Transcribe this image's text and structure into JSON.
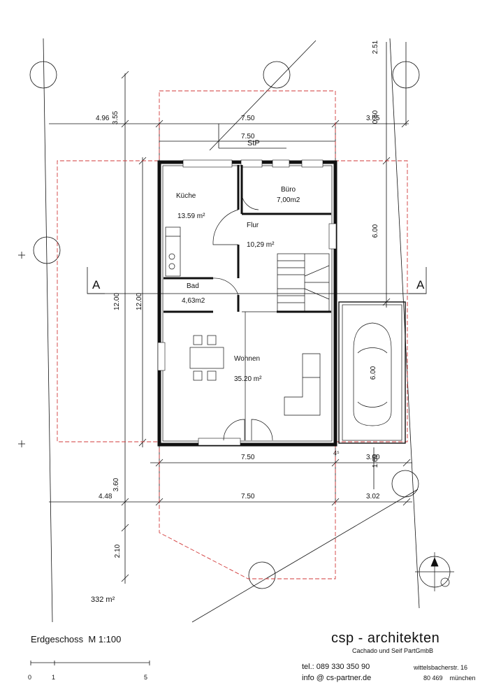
{
  "dimensions": {
    "top_row": [
      "4.96",
      "7.50",
      "3.05"
    ],
    "stp_width": "7.50",
    "stp_label": "StP",
    "middle_row": [
      "7.50",
      "4⁵",
      "3.00"
    ],
    "bottom_row": [
      "4.48",
      "7.50",
      "3.02"
    ],
    "vertical": {
      "top_right": "2.51",
      "top_left": "3.55",
      "top_right_small": "0.50",
      "house_right": "6.00",
      "left_outer": "12.00",
      "left_inner": "12.00",
      "bottom_left": "3.60",
      "bottom_left_small": "2.10",
      "carport": "6.00",
      "right_bottom": "1.69"
    }
  },
  "section_marks": [
    "A",
    "A"
  ],
  "rooms": {
    "kueche": {
      "name": "Küche",
      "area": "13.59 m²"
    },
    "buero": {
      "name": "Büro",
      "area": "7,00m2"
    },
    "flur": {
      "name": "Flur",
      "area": "10,29 m²"
    },
    "bad": {
      "name": "Bad",
      "area": "4,63m2"
    },
    "wohnen": {
      "name": "Wohnen",
      "area": "35.20 m²"
    }
  },
  "plot_area": "332 m²",
  "drawing_title": "Erdgeschoss  M 1:100",
  "scale_bar": [
    "0",
    "1",
    "5"
  ],
  "firm": {
    "name": "csp - architekten",
    "subtitle": "Cachado und Seif PartGmbB",
    "phone": "tel.: 089 330 350 90",
    "email": "info @ cs-partner.de",
    "street": "wittelsbacherstr. 16",
    "city": "80 469    münchen"
  }
}
